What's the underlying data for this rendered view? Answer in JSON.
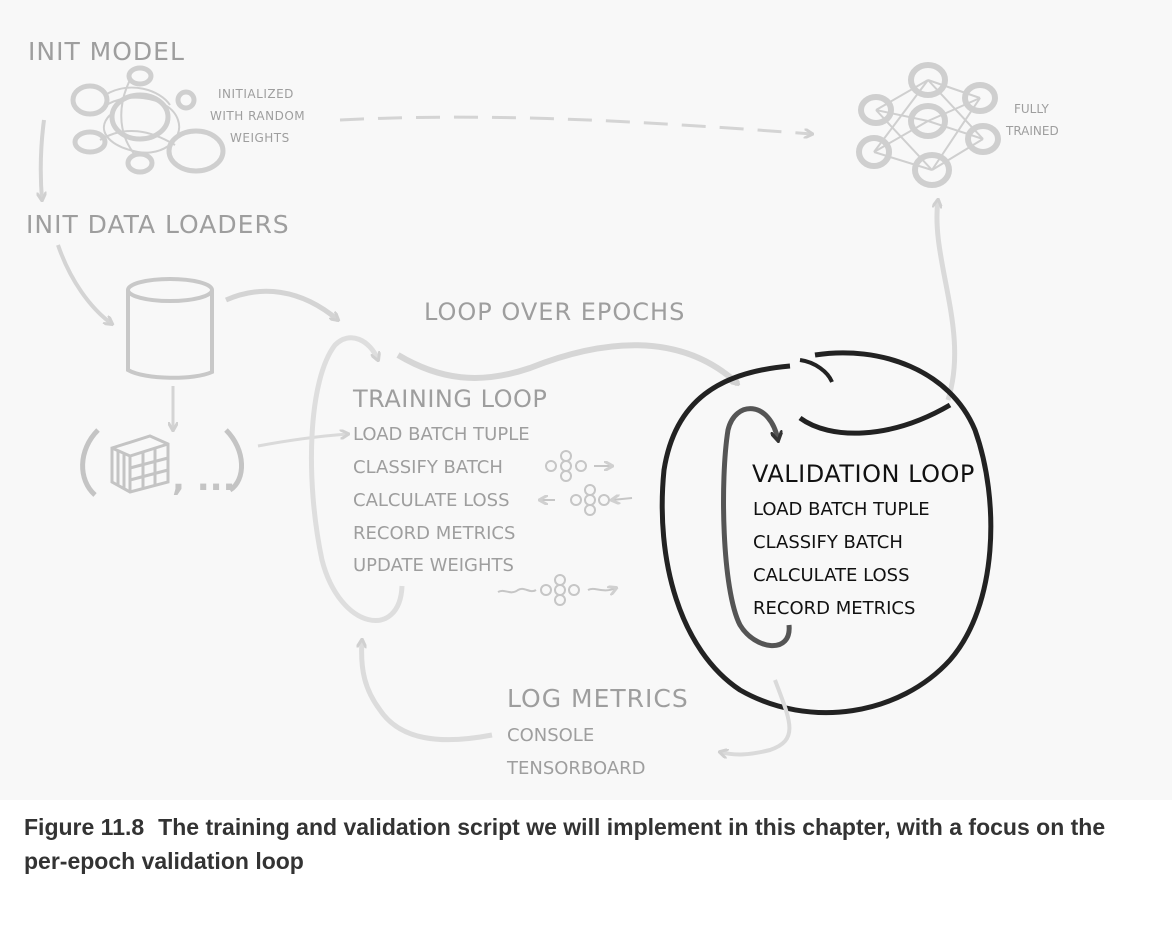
{
  "labels": {
    "init_model": "INIT MODEL",
    "init_note_1": "INITIALIZED",
    "init_note_2": "WITH RANDOM",
    "init_note_3": "WEIGHTS",
    "trained_note_1": "FULLY",
    "trained_note_2": "TRAINED",
    "init_data_loaders": "INIT DATA LOADERS",
    "tuple_ellipsis": ", ...",
    "loop_over_epochs": "LOOP OVER EPOCHS",
    "log_metrics": "LOG METRICS",
    "console": "CONSOLE",
    "tensorboard": "TENSORBOARD"
  },
  "training_loop": {
    "title": "TRAINING LOOP",
    "steps": [
      "LOAD BATCH TUPLE",
      "CLASSIFY BATCH",
      "CALCULATE LOSS",
      "RECORD METRICS",
      "UPDATE WEIGHTS"
    ]
  },
  "validation_loop": {
    "title": "VALIDATION LOOP",
    "steps": [
      "LOAD BATCH TUPLE",
      "CLASSIFY BATCH",
      "CALCULATE LOSS",
      "RECORD METRICS"
    ]
  },
  "caption": {
    "figure_number": "Figure 11.8",
    "text": "The training and validation script we will implement in this chapter, with a focus on the per-epoch validation loop"
  },
  "colors": {
    "faded": "#9e9e9e",
    "dark": "#111111",
    "caption": "#333333"
  }
}
